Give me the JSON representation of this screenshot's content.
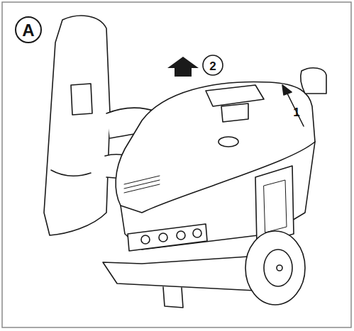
{
  "diagram": {
    "labels": [
      "A",
      "2",
      "1"
    ]
  }
}
